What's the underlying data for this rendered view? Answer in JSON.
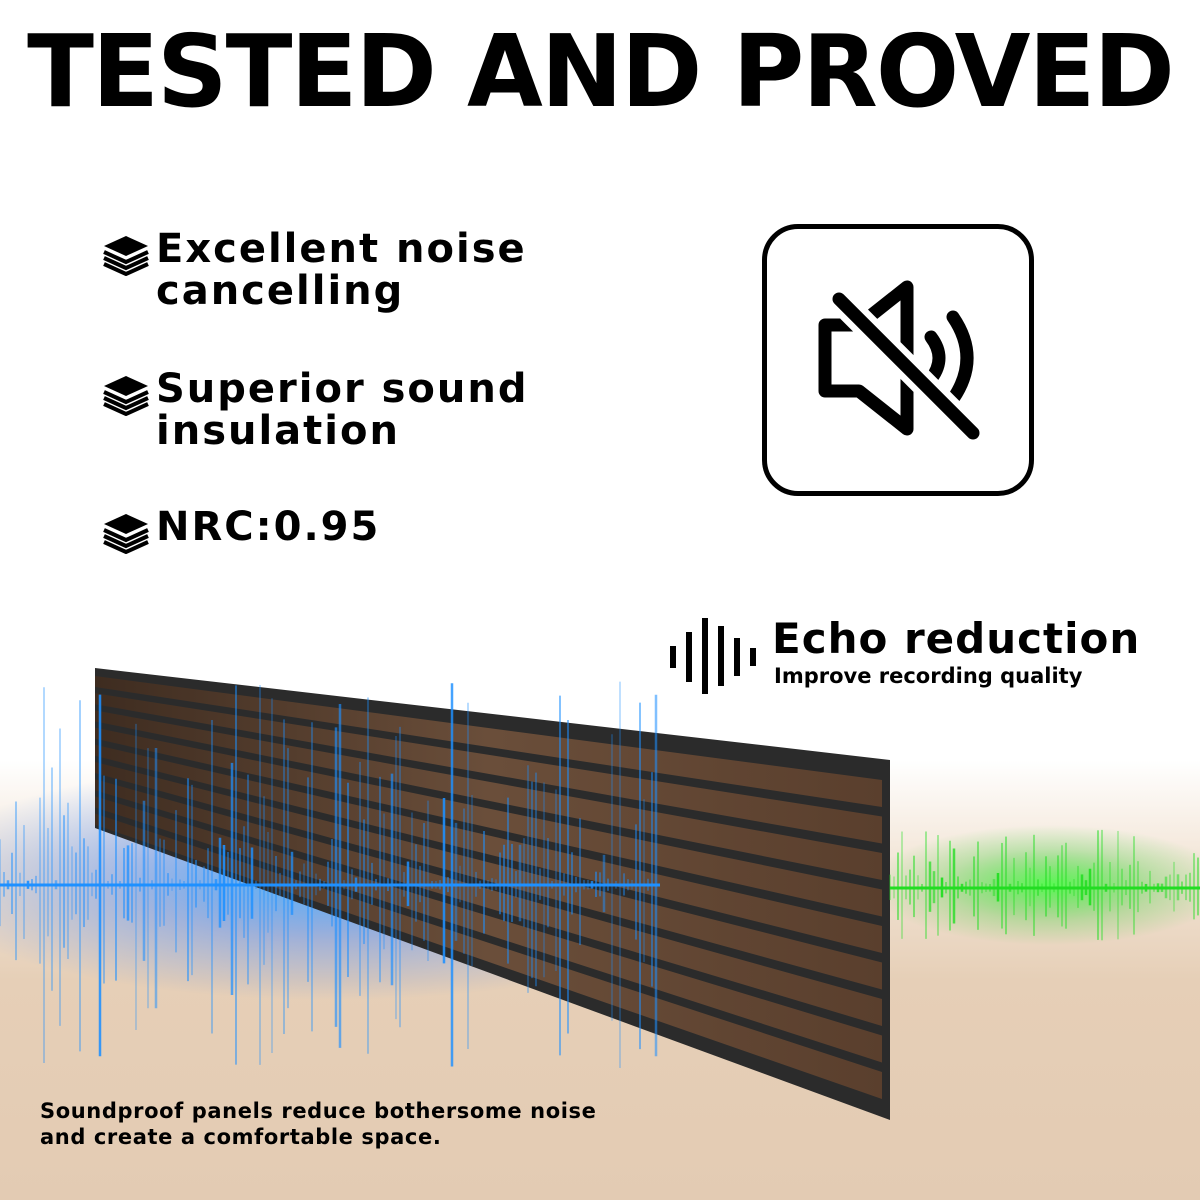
{
  "header": {
    "title": "TESTED AND PROVED"
  },
  "features": [
    {
      "line1": "Excellent noise",
      "line2": "cancelling",
      "icon": "layers-icon"
    },
    {
      "line1": "Superior sound",
      "line2": "insulation",
      "icon": "layers-icon"
    },
    {
      "line1": "NRC:0.95",
      "line2": "",
      "icon": "layers-icon"
    }
  ],
  "mute_badge": {
    "icon": "speaker-muted-icon"
  },
  "echo": {
    "title": "Echo reduction",
    "subtitle": "Improve recording quality",
    "icon": "sound-wave-icon"
  },
  "caption": {
    "line1": "Soundproof panels reduce bothersome noise",
    "line2": "and create a comfortable space."
  },
  "colors": {
    "wave_blue": "#1e90ff",
    "wave_green": "#22dd22",
    "panel_wood": "#5a4233",
    "panel_felt": "#2a2a2a",
    "floor": "#e3cbb3"
  }
}
